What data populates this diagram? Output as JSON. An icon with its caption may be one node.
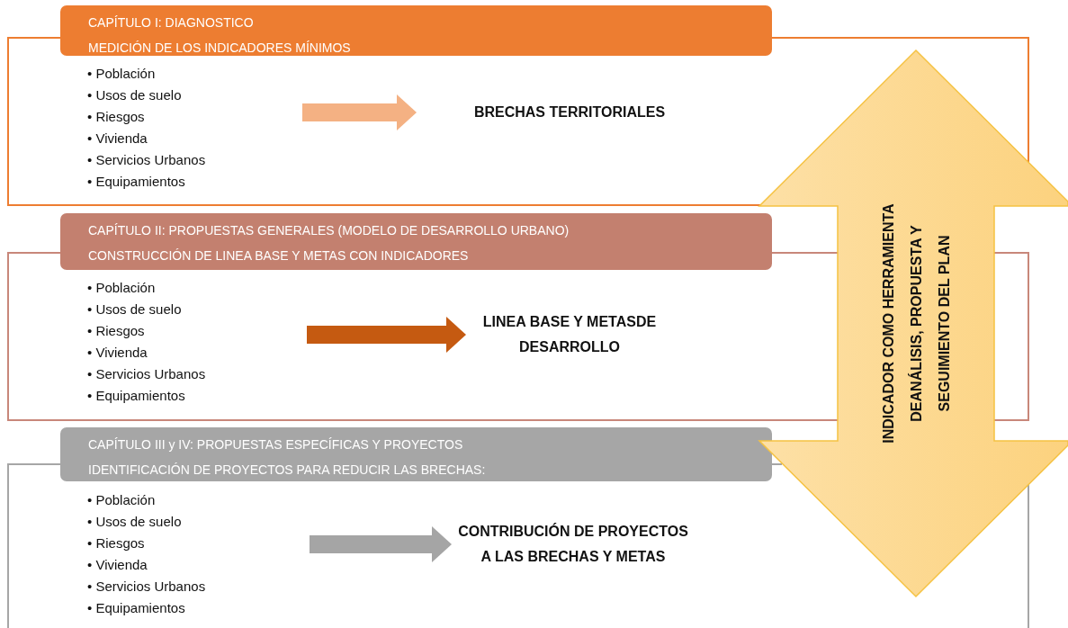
{
  "diagram": {
    "nodes": [
      {
        "text": [
          "CAPÍTULO I: DIAGNOSTICO",
          "MEDICIÓN DE LOS INDICADORES MÍNIMOS"
        ]
      },
      {
        "text": [],
        "shape": "box"
      },
      {
        "text": [
          "• Población",
          "• Usos de suelo",
          "• Riesgos",
          "• Vivienda",
          "• Servicios Urbanos",
          "• Equipamientos"
        ],
        "in": 1
      },
      {
        "text": [
          "BRECHAS TERRITORIALES"
        ],
        "in": 1
      },
      {
        "text": [
          "CAPÍTULO II: PROPUESTAS GENERALES (MODELO DE DESARROLLO URBANO)",
          "CONSTRUCCIÓN DE LINEA BASE Y METAS CON INDICADORES"
        ]
      },
      {
        "text": [],
        "shape": "box"
      },
      {
        "text": [
          "• Población",
          "• Usos de suelo",
          "• Riesgos",
          "• Vivienda",
          "• Servicios Urbanos",
          "• Equipamientos"
        ],
        "in": 5
      },
      {
        "text": [
          "LINEA BASE Y METASDE DESARROLLO"
        ],
        "in": 5
      },
      {
        "text": [
          "CAPÍTULO III y IV: PROPUESTAS ESPECÍFICAS Y PROYECTOS",
          "IDENTIFICACIÓN DE PROYECTOS PARA REDUCIR LAS BRECHAS:"
        ]
      },
      {
        "text": [],
        "shape": "box"
      },
      {
        "text": [
          "• Población",
          "• Usos de suelo",
          "• Riesgos",
          "• Vivienda",
          "• Servicios Urbanos",
          "• Equipamientos"
        ],
        "in": 9
      },
      {
        "text": [
          "CONTRIBUCIÓN DE PROYECTOS A LAS BRECHAS Y METAS"
        ],
        "in": 9
      },
      {
        "text": [
          "INDICADOR COMO HERRAMIENTA DEANÁLISIS, PROPUESTA Y SEGUIMIENTO DEL PLAN"
        ]
      }
    ],
    "edges": [
      {
        "from": 2,
        "to": 3,
        "arrow": "to",
        "color": "#f4b183"
      },
      {
        "from": 6,
        "to": 7,
        "arrow": "to",
        "color": "#c55a11"
      },
      {
        "from": 10,
        "to": 11,
        "arrow": "to",
        "color": "#a5a5a5"
      }
    ]
  }
}
